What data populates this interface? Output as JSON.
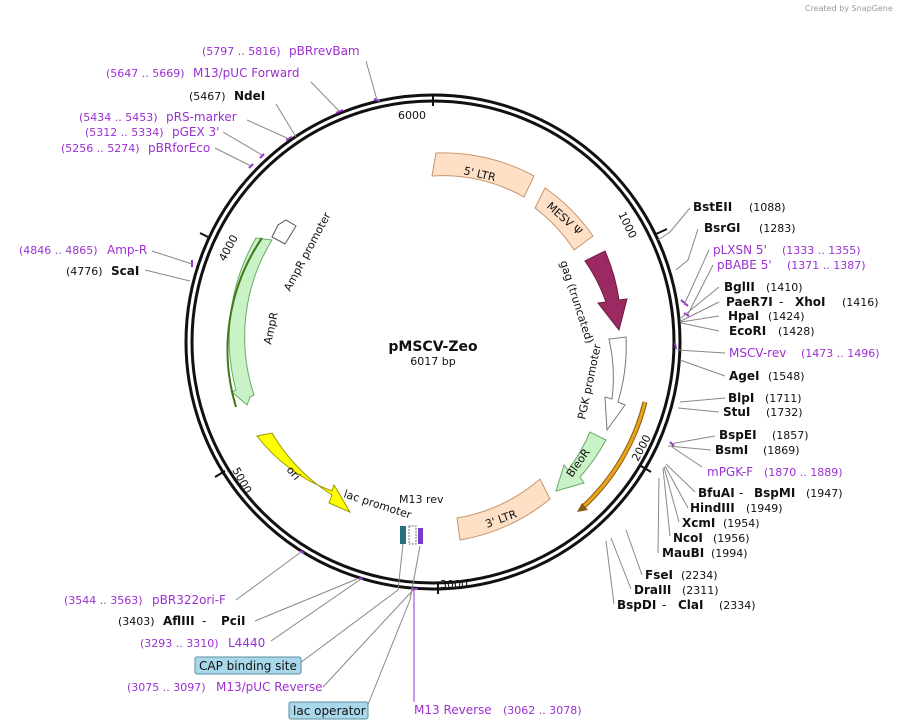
{
  "credit": "Created by SnapGene",
  "plasmid": {
    "name": "pMSCV-Zeo",
    "size_text": "6017 bp"
  },
  "ticks": [
    "1000",
    "2000",
    "3000",
    "4000",
    "5000",
    "6000"
  ],
  "features": {
    "ltr5": "5' LTR",
    "mesv": "MESV Ψ",
    "gag": "gag (truncated)",
    "pgk": "PGK promoter",
    "bleor": "BleoR",
    "ltr3": "3' LTR",
    "m13rev": "M13 rev",
    "lac": "lac promoter",
    "ori": "ori",
    "ampr": "AmpR",
    "amprprom": "AmpR promoter"
  },
  "right_sites": [
    {
      "name": "BstEII",
      "coord": "(1088)"
    },
    {
      "name": "BsrGI",
      "coord": "(1283)"
    },
    {
      "name": "pLXSN 5'",
      "coord": "(1333 .. 1355)",
      "primer": true
    },
    {
      "name": "pBABE 5'",
      "coord": "(1371 .. 1387)",
      "primer": true
    },
    {
      "name": "BglII",
      "coord": "(1410)"
    },
    {
      "name": "PaeR7I",
      "sep": " - ",
      "name2": "XhoI",
      "coord": "(1416)"
    },
    {
      "name": "HpaI",
      "coord": "(1424)"
    },
    {
      "name": "EcoRI",
      "coord": "(1428)"
    },
    {
      "name": "MSCV-rev",
      "coord": "(1473 .. 1496)",
      "primer": true
    },
    {
      "name": "AgeI",
      "coord": "(1548)"
    },
    {
      "name": "BlpI",
      "coord": "(1711)"
    },
    {
      "name": "StuI",
      "coord": "(1732)"
    },
    {
      "name": "BspEI",
      "coord": "(1857)"
    },
    {
      "name": "BsmI",
      "coord": "(1869)"
    },
    {
      "name": "mPGK-F",
      "coord": "(1870 .. 1889)",
      "primer": true
    },
    {
      "name": "BfuAI",
      "sep": " - ",
      "name2": "BspMI",
      "coord": "(1947)"
    },
    {
      "name": "HindIII",
      "coord": "(1949)"
    },
    {
      "name": "XcmI",
      "coord": "(1954)"
    },
    {
      "name": "NcoI",
      "coord": "(1956)"
    },
    {
      "name": "MauBI",
      "coord": "(1994)"
    },
    {
      "name": "FseI",
      "coord": "(2234)"
    },
    {
      "name": "DraIII",
      "coord": "(2311)"
    },
    {
      "name": "BspDI",
      "sep": " - ",
      "name2": "ClaI",
      "coord": "(2334)"
    }
  ],
  "left_sites": [
    {
      "name": "pBRrevBam",
      "coord": "(5797 .. 5816)",
      "primer": true
    },
    {
      "name": "M13/pUC Forward",
      "coord": "(5647 .. 5669)",
      "primer": true
    },
    {
      "name": "NdeI",
      "coord": "(5467)"
    },
    {
      "name": "pRS-marker",
      "coord": "(5434 .. 5453)",
      "primer": true
    },
    {
      "name": "pGEX 3'",
      "coord": "(5312 .. 5334)",
      "primer": true
    },
    {
      "name": "pBRforEco",
      "coord": "(5256 .. 5274)",
      "primer": true
    },
    {
      "name": "Amp-R",
      "coord": "(4846 .. 4865)",
      "primer": true
    },
    {
      "name": "ScaI",
      "coord": "(4776)"
    },
    {
      "name": "pBR322ori-F",
      "coord": "(3544 .. 3563)",
      "primer": true
    },
    {
      "name": "AflIII",
      "sep": " - ",
      "name2": "PciI",
      "coord": "(3403)"
    },
    {
      "name": "L4440",
      "coord": "(3293 .. 3310)",
      "primer": true
    },
    {
      "name": "CAP binding site",
      "boxed": true
    },
    {
      "name": "M13/pUC Reverse",
      "coord": "(3075 .. 3097)",
      "primer": true
    },
    {
      "name": "lac operator",
      "boxed": true
    }
  ],
  "bottom_sites": [
    {
      "name": "M13 Reverse",
      "coord": "(3062 .. 3078)",
      "primer": true
    }
  ],
  "colors": {
    "backbone": "#111111",
    "primer": "#9b30d1",
    "ltr": "#fde0c6",
    "ltr_stroke": "#c8946a",
    "mesv": "#fde0c6",
    "gag": "#9c2a62",
    "bleor": "#c9f2c7",
    "ampr": "#c9f2c7",
    "ori": "#ffff00",
    "orf": "#e8a41a",
    "orf_green": "#5aa02c",
    "box_fill": "#a8d8ea"
  }
}
